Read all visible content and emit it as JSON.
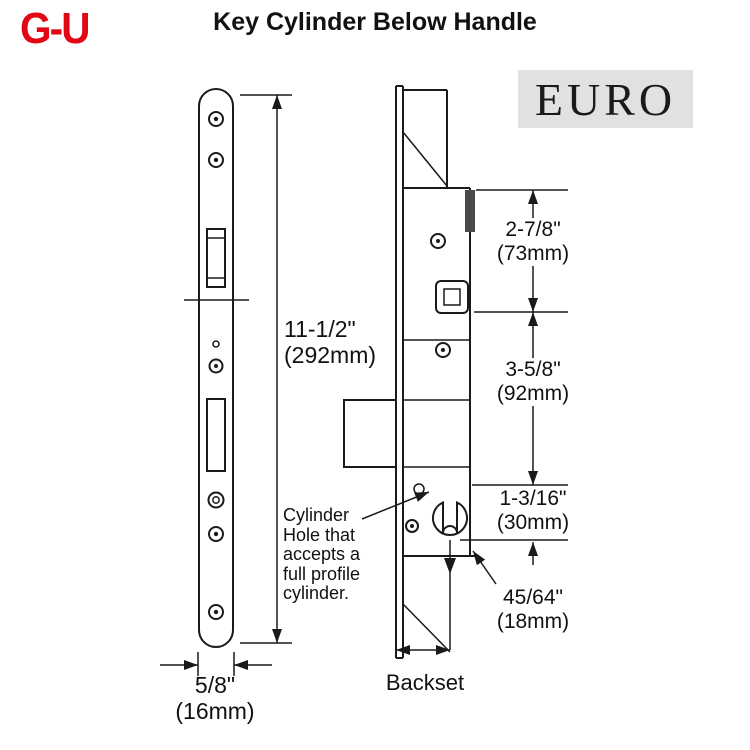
{
  "header": {
    "logo": "G-U",
    "title": "Key Cylinder Below Handle",
    "brand_label": "EURO"
  },
  "colors": {
    "logo_red": "#e30613",
    "line": "#1a1a1a",
    "euro_bg": "#e1e1e1"
  },
  "diagram": {
    "dim_height": {
      "value": "11-1/2\"",
      "metric": "(292mm)"
    },
    "dim_faceplate_width": {
      "value": "5/8\"",
      "metric": "(16mm)"
    },
    "dim_top_to_spindle": {
      "value": "2-7/8\"",
      "metric": "(73mm)"
    },
    "dim_spindle_to_cylinder": {
      "value": "3-5/8\"",
      "metric": "(92mm)"
    },
    "dim_cylinder": {
      "value": "1-3/16\"",
      "metric": "(30mm)"
    },
    "dim_edge": {
      "value": "45/64\"",
      "metric": "(18mm)"
    },
    "backset_label": "Backset",
    "note_lines": [
      "Cylinder",
      "Hole that",
      "accepts a",
      "full profile",
      "cylinder."
    ]
  }
}
